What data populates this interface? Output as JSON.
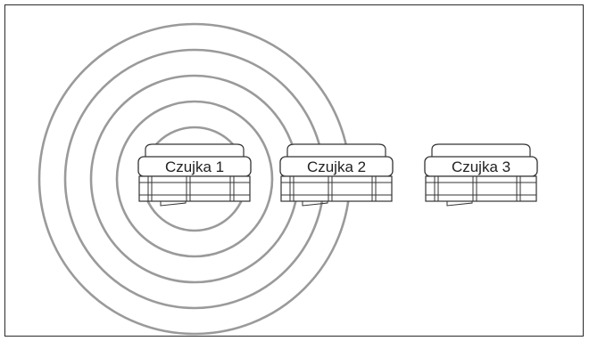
{
  "colors": {
    "ring": "#9a9a9a",
    "outline": "#333333",
    "detector_fill": "#ffffff",
    "frame": "#2a2a2a"
  },
  "ring_count": 5,
  "detectors": [
    {
      "label": "Czujka 1",
      "emitting": true
    },
    {
      "label": "Czujka 2",
      "emitting": false
    },
    {
      "label": "Czujka 3",
      "emitting": false
    }
  ]
}
